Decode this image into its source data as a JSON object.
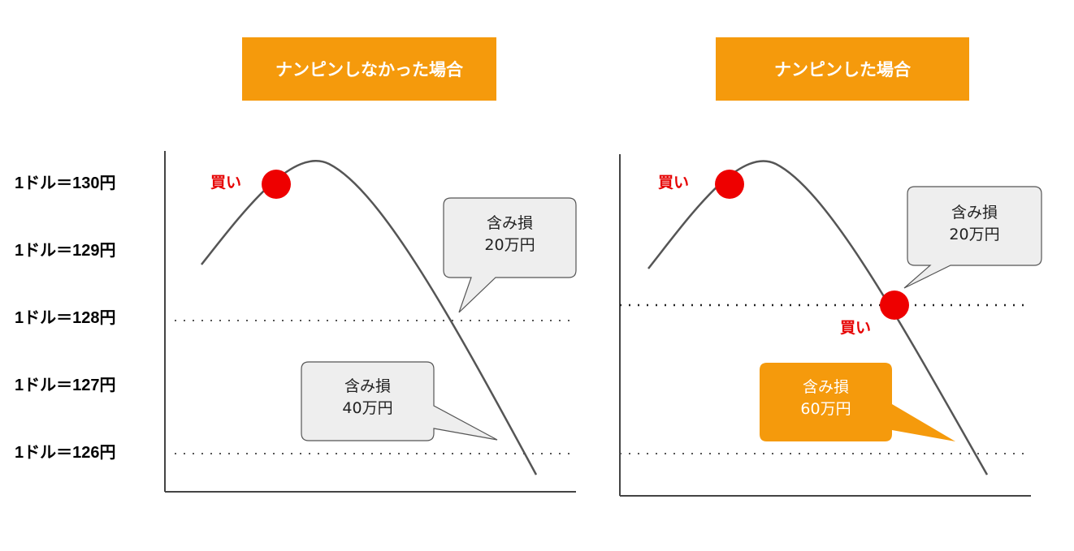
{
  "left_panel": {
    "title": "ナンピンしなかった場合",
    "buy_label": "買い",
    "callout_top": {
      "line1": "含み損",
      "line2": "20万円"
    },
    "callout_bottom": {
      "line1": "含み損",
      "line2": "40万円"
    }
  },
  "right_panel": {
    "title": "ナンピンした場合",
    "buy_label_first": "買い",
    "buy_label_second": "買い",
    "callout_top": {
      "line1": "含み損",
      "line2": "20万円"
    },
    "callout_bottom": {
      "line1": "含み損",
      "line2": "60万円"
    }
  },
  "price_levels": [
    "1ドル＝130円",
    "1ドル＝129円",
    "1ドル＝128円",
    "1ドル＝127円",
    "1ドル＝126円"
  ],
  "colors": {
    "title_bg": "#f59a0c",
    "buy_dot": "#ee0000",
    "callout_gray": "#eeeeee",
    "callout_orange": "#f59a0c",
    "curve": "#555555"
  }
}
